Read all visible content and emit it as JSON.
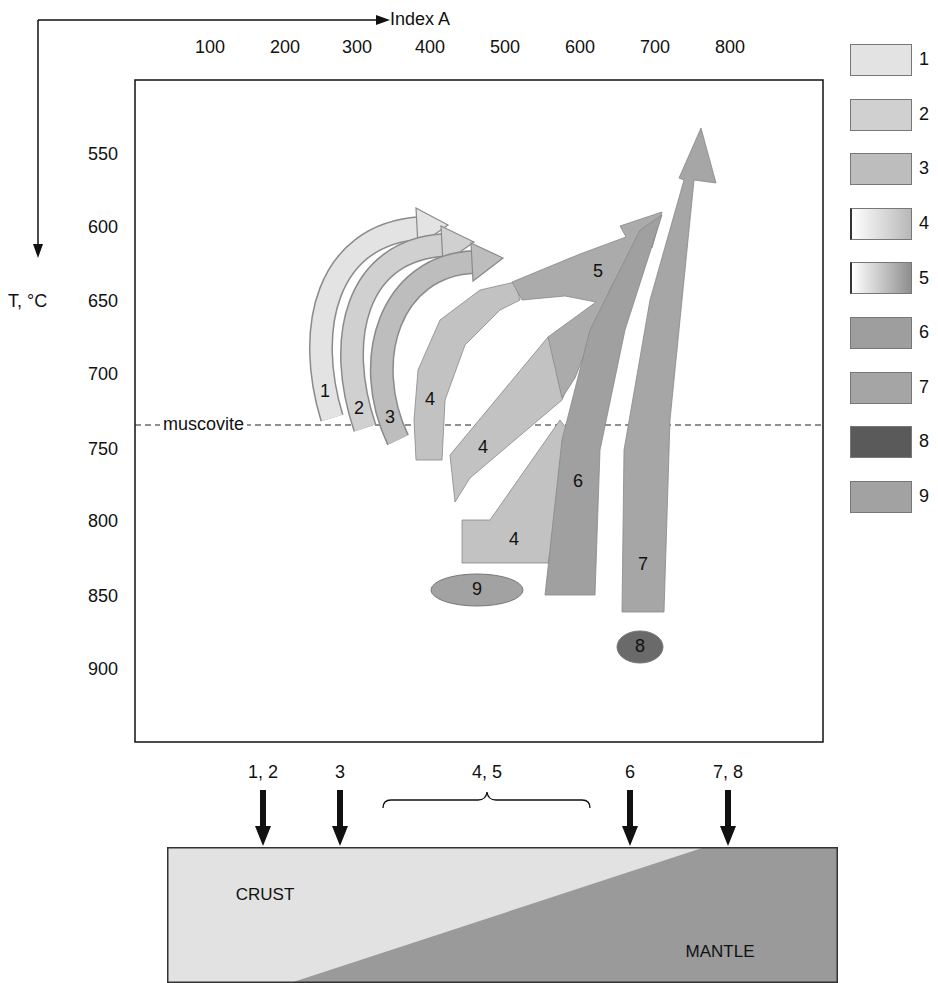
{
  "diagram": {
    "nodes": [
      {
        "text": [
          "1"
        ]
      },
      {
        "text": [
          "2"
        ]
      },
      {
        "text": [
          "3"
        ]
      },
      {
        "text": [
          "4"
        ]
      },
      {
        "text": [
          "4"
        ]
      },
      {
        "text": [
          "4"
        ]
      },
      {
        "text": [
          "5"
        ]
      },
      {
        "text": [
          "6"
        ]
      },
      {
        "text": [
          "7"
        ]
      },
      {
        "text": [
          "9"
        ]
      },
      {
        "text": [
          "8"
        ]
      },
      {
        "text": [
          "CRUST",
          "MANTLE"
        ]
      }
    ],
    "labels": [
      "Index A",
      "100",
      "200",
      "300",
      "400",
      "500",
      "600",
      "700",
      "800",
      "T, °C",
      "550",
      "600",
      "650",
      "700",
      "750",
      "800",
      "850",
      "900",
      "muscovite",
      "1, 2",
      "3",
      "4, 5",
      "6",
      "7, 8"
    ],
    "legend": [
      {
        "text": "1",
        "color": "#e3e3e3"
      },
      {
        "text": "2",
        "color": "#d0d0d0"
      },
      {
        "text": "3",
        "color": "#bdbdbd"
      },
      {
        "text": "4"
      },
      {
        "text": "5"
      },
      {
        "text": "6",
        "color": "#9e9e9e"
      },
      {
        "text": "7",
        "color": "#a5a5a5"
      },
      {
        "text": "8",
        "color": "#5a5a5a"
      },
      {
        "text": "9",
        "color": "#a2a2a2"
      }
    ]
  }
}
